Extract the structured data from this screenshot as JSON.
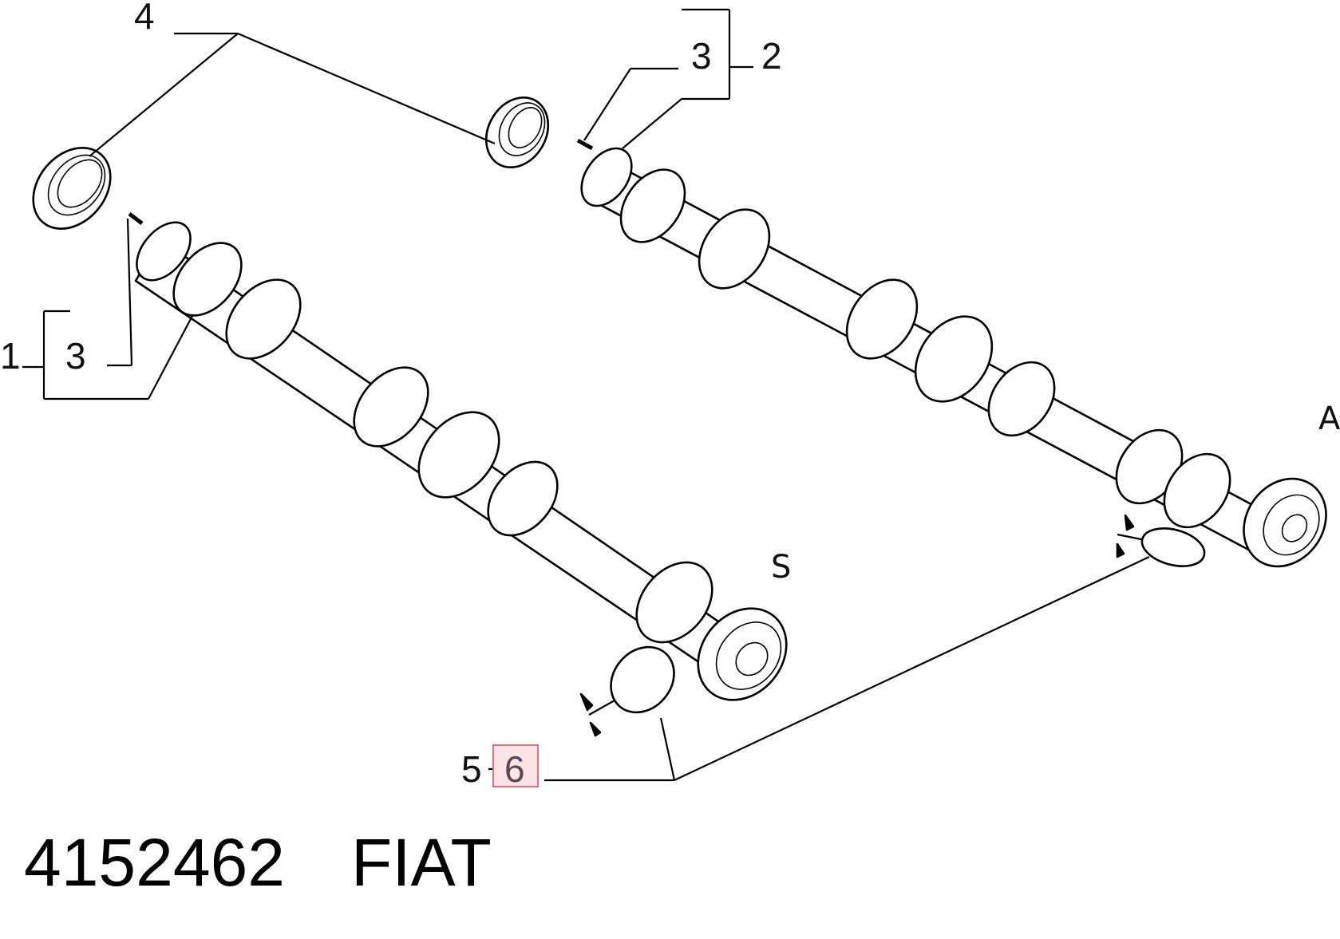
{
  "callouts": {
    "c1": "1",
    "c2": "2",
    "c3_top": "3",
    "c3_left": "3",
    "c4": "4",
    "c5": "5",
    "c6": "6"
  },
  "end_labels": {
    "s": "S",
    "a": "A"
  },
  "caption": {
    "part_number": "4152462",
    "brand": "FIAT"
  },
  "colors": {
    "highlight_border": "#e0707a",
    "highlight_fill": "#fbe3e6"
  }
}
